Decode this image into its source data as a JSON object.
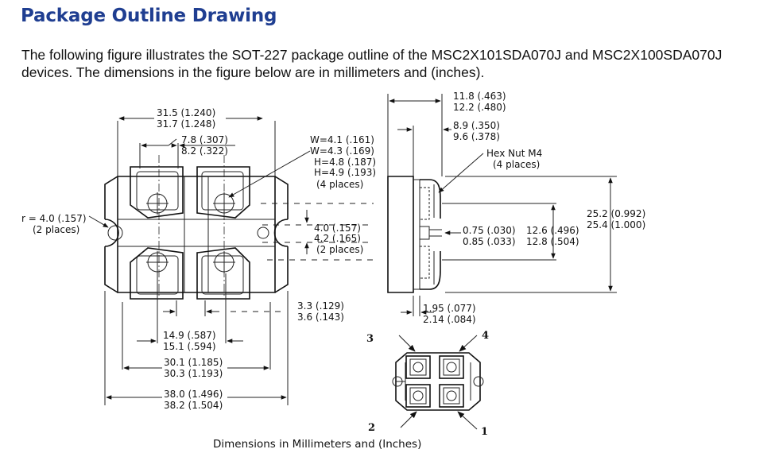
{
  "title": "Package Outline Drawing",
  "intro": {
    "line1": "The following figure illustrates the SOT-227 package outline of the MSC2X101SDA070J and MSC2X100SDA070J",
    "line2": "devices. The dimensions in the figure below are in millimeters and (inches)."
  },
  "dims": {
    "d315": "31.5 (1.240)",
    "d317": "31.7 (1.248)",
    "d78": "7.8 (.307)",
    "d82": "8.2 (.322)",
    "w41": "W=4.1 (.161)",
    "w43": "W=4.3 (.169)",
    "h48": "H=4.8 (.187)",
    "h49": "H=4.9 (.193)",
    "wh_places": "(4 places)",
    "r40": "r = 4.0 (.157)",
    "r_places": "(2 places)",
    "d40": "4.0 (.157)",
    "d42": "4.2 (.165)",
    "d42_places": "(2 places)",
    "d33": "3.3 (.129)",
    "d36": "3.6 (.143)",
    "d149": "14.9 (.587)",
    "d151": "15.1 (.594)",
    "d301": "30.1 (1.185)",
    "d303": "30.3 (1.193)",
    "d380": "38.0 (1.496)",
    "d382": "38.2 (1.504)",
    "d118": "11.8 (.463)",
    "d122": "12.2 (.480)",
    "d89": "8.9 (.350)",
    "d96": "9.6 (.378)",
    "hexnut": "Hex Nut M4",
    "hex_places": "(4 places)",
    "d252": "25.2 (0.992)",
    "d254": "25.4 (1.000)",
    "d075": "0.75 (.030)",
    "d085": "0.85 (.033)",
    "d126": "12.6 (.496)",
    "d128": "12.8 (.504)",
    "d195": "1.95 (.077)",
    "d214": "2.14 (.084)"
  },
  "pins": {
    "p1": "1",
    "p2": "2",
    "p3": "3",
    "p4": "4"
  },
  "caption": "Dimensions in Millimeters and (Inches)"
}
